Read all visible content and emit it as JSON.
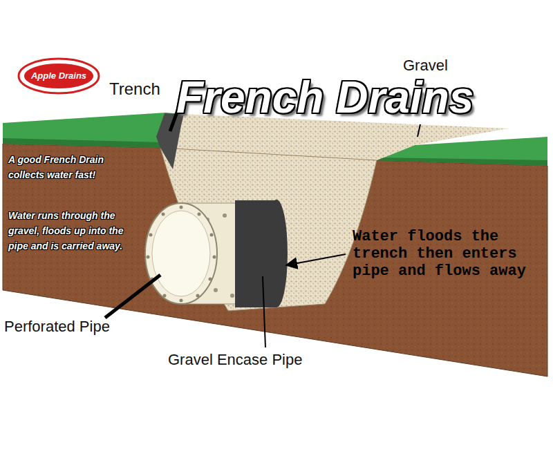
{
  "diagram": {
    "title": "French Drains",
    "labels": [
      "Apple Drains",
      "Trench",
      "Gravel",
      "A good French Drain collects water fast!",
      "Water runs through the gravel, floods up into the pipe and is carried away.",
      "Water floods the trench then enters pipe and flows away",
      "Perforated Pipe",
      "Gravel Encase Pipe"
    ]
  }
}
